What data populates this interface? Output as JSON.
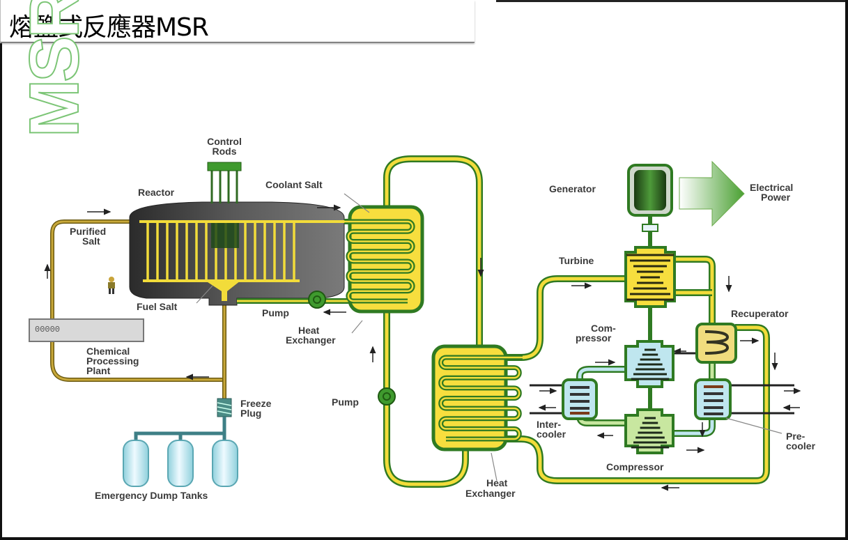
{
  "title": "熔鹽式反應器MSR",
  "logo": "MSR",
  "colors": {
    "salt_yellow": "#f2dc3a",
    "pipe_green": "#2f7a22",
    "reactor_gray": "#4a4a4a",
    "coolant_blue": "#bfe6ef",
    "fuel_brown": "#a08a2c",
    "power_green": "#5aaa3a"
  },
  "labels": {
    "control_rods": [
      "Control",
      "Rods"
    ],
    "reactor": "Reactor",
    "purified_salt": [
      "Purified",
      "Salt"
    ],
    "fuel_salt": "Fuel Salt",
    "coolant_salt": "Coolant Salt",
    "pump_primary": "Pump",
    "heat_exchanger_primary": [
      "Heat",
      "Exchanger"
    ],
    "chemical_plant": [
      "Chemical",
      "Processing",
      "Plant"
    ],
    "chemical_display": "00000",
    "freeze_plug": [
      "Freeze",
      "Plug"
    ],
    "dump_tanks": "Emergency Dump Tanks",
    "pump_secondary": "Pump",
    "heat_exchanger_secondary": [
      "Heat",
      "Exchanger"
    ],
    "generator": "Generator",
    "electrical_power": [
      "Electrical",
      "Power"
    ],
    "turbine": "Turbine",
    "recuperator": "Recuperator",
    "compressor_hp": [
      "Com-",
      "pressor"
    ],
    "intercooler": [
      "Inter-",
      "cooler"
    ],
    "precooler": [
      "Pre-",
      "cooler"
    ],
    "compressor_lp": "Compressor"
  }
}
